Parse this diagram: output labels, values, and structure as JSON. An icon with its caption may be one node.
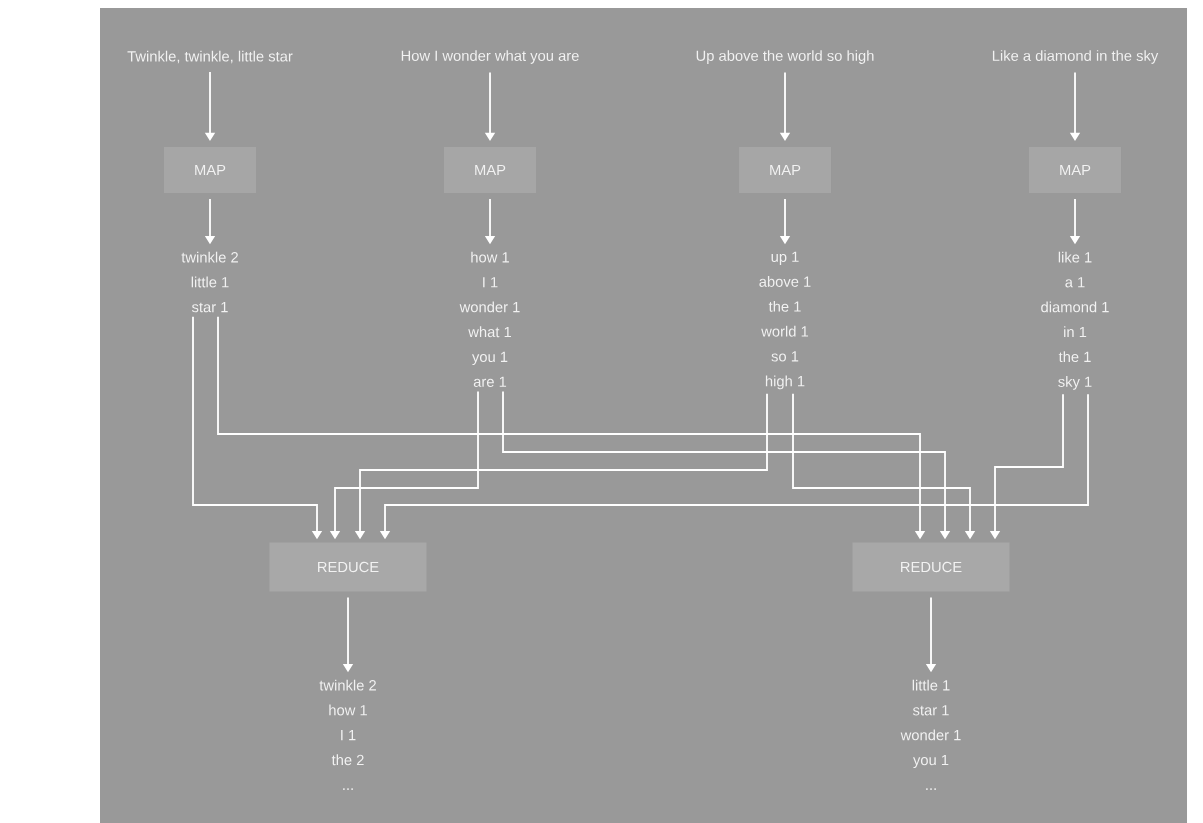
{
  "diagram": {
    "nodes": [
      {
        "text": [
          "Twinkle, twinkle, little star"
        ]
      },
      {
        "text": [
          "How I wonder what you are"
        ]
      },
      {
        "text": [
          "Up above the world so high"
        ]
      },
      {
        "text": [
          "Like a diamond in the sky"
        ]
      },
      {
        "text": [
          "MAP"
        ]
      },
      {
        "text": [
          "MAP"
        ]
      },
      {
        "text": [
          "MAP"
        ]
      },
      {
        "text": [
          "MAP"
        ]
      },
      {
        "text": [
          "twinkle 2",
          "little 1",
          "star 1"
        ]
      },
      {
        "text": [
          "how 1",
          "I 1",
          "wonder 1",
          "what 1",
          "you 1",
          "are 1"
        ]
      },
      {
        "text": [
          "up 1",
          "above 1",
          "the 1",
          "world 1",
          "so 1",
          "high 1"
        ]
      },
      {
        "text": [
          "like 1",
          "a 1",
          "diamond 1",
          "in 1",
          "the 1",
          "sky 1"
        ]
      },
      {
        "text": [
          "REDUCE"
        ]
      },
      {
        "text": [
          "REDUCE"
        ]
      },
      {
        "text": [
          "twinkle 2",
          "how 1",
          "I 1",
          "the 2",
          "..."
        ]
      },
      {
        "text": [
          "little 1",
          "star 1",
          "wonder 1",
          "you 1",
          "..."
        ]
      }
    ],
    "edges": [
      {
        "from": 0,
        "to": 4,
        "arrow": "to"
      },
      {
        "from": 1,
        "to": 5,
        "arrow": "to"
      },
      {
        "from": 2,
        "to": 6,
        "arrow": "to"
      },
      {
        "from": 3,
        "to": 7,
        "arrow": "to"
      },
      {
        "from": 4,
        "to": 8,
        "arrow": "to"
      },
      {
        "from": 5,
        "to": 9,
        "arrow": "to"
      },
      {
        "from": 6,
        "to": 10,
        "arrow": "to"
      },
      {
        "from": 7,
        "to": 11,
        "arrow": "to"
      },
      {
        "from": 8,
        "to": 12,
        "arrow": "to"
      },
      {
        "from": 8,
        "to": 13,
        "arrow": "to"
      },
      {
        "from": 9,
        "to": 12,
        "arrow": "to"
      },
      {
        "from": 9,
        "to": 13,
        "arrow": "to"
      },
      {
        "from": 10,
        "to": 12,
        "arrow": "to"
      },
      {
        "from": 10,
        "to": 13,
        "arrow": "to"
      },
      {
        "from": 11,
        "to": 13,
        "arrow": "to"
      },
      {
        "from": 11,
        "to": 12,
        "arrow": "to"
      },
      {
        "from": 12,
        "to": 14,
        "arrow": "to"
      },
      {
        "from": 13,
        "to": 15,
        "arrow": "to"
      }
    ]
  }
}
